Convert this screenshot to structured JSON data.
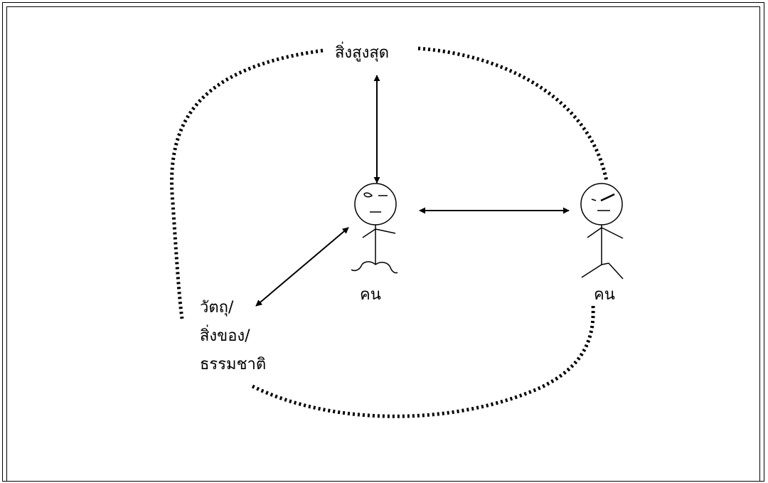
{
  "labels": {
    "top": "สิ่งสูงสุด",
    "person_left": "คน",
    "person_right": "คน",
    "objects_line1": "วัตถุ/",
    "objects_line2": "สิ่งของ/",
    "objects_line3": "ธรรมชาติ"
  },
  "colors": {
    "stroke": "#000000",
    "background": "#ffffff"
  },
  "icons": {
    "person_left": "stick-figure-icon",
    "person_right": "stick-figure-icon"
  }
}
